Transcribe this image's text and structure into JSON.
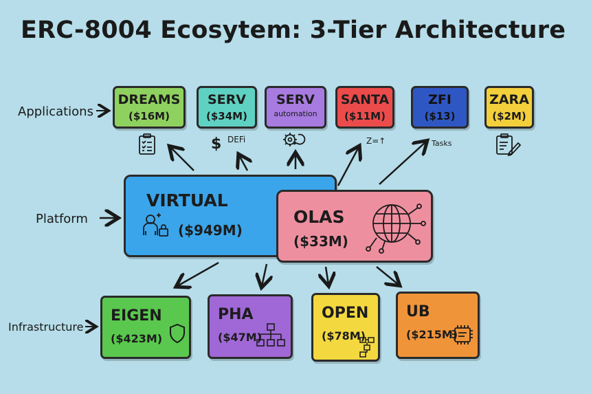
{
  "title": "ERC-8004 Ecosytem: 3-Tier Architecture",
  "tiers": {
    "applications": "Applications",
    "platform": "Platform",
    "infrastructure": "Infrastructure"
  },
  "applications": [
    {
      "name": "DREAMS",
      "value": "($16M)",
      "sub": "",
      "color": "#8fd15f",
      "icon": "clipboard-checklist-icon"
    },
    {
      "name": "SERV",
      "value": "($34M)",
      "sub": "",
      "color": "#5fd1c2",
      "icon": "dollar-icon",
      "caption": "DEFi"
    },
    {
      "name": "SERV",
      "value": "",
      "sub": "automation",
      "color": "#a77be0",
      "icon": "gear-cycle-icon"
    },
    {
      "name": "SANTA",
      "value": "($11M)",
      "sub": "",
      "color": "#ec4b4b",
      "icon": "",
      "caption": "Z=↑"
    },
    {
      "name": "ZFI",
      "value": "($13)",
      "sub": "",
      "color": "#2f57c4",
      "icon": "",
      "caption": "Tasks"
    },
    {
      "name": "ZARA",
      "value": "($2M)",
      "sub": "",
      "color": "#f3cf3c",
      "icon": "clipboard-pen-icon"
    }
  ],
  "platform": [
    {
      "name": "VIRTUAL",
      "value": "($949M)",
      "color": "#3aa5ea",
      "icon": "user-lock-icon"
    },
    {
      "name": "OLAS",
      "value": "($33M)",
      "color": "#ee8fa0",
      "icon": "globe-network-icon"
    }
  ],
  "infrastructure": [
    {
      "name": "EIGEN",
      "value": "($423M)",
      "color": "#5ac84e",
      "icon": "shield-icon"
    },
    {
      "name": "PHA",
      "value": "($47M)",
      "color": "#a068d6",
      "icon": "flow-diagram-icon"
    },
    {
      "name": "OPEN",
      "value": "($78M)",
      "color": "#f3d83f",
      "icon": "data-flow-icon"
    },
    {
      "name": "UB",
      "value": "($215M)",
      "color": "#f0943a",
      "icon": "chip-icon"
    }
  ]
}
